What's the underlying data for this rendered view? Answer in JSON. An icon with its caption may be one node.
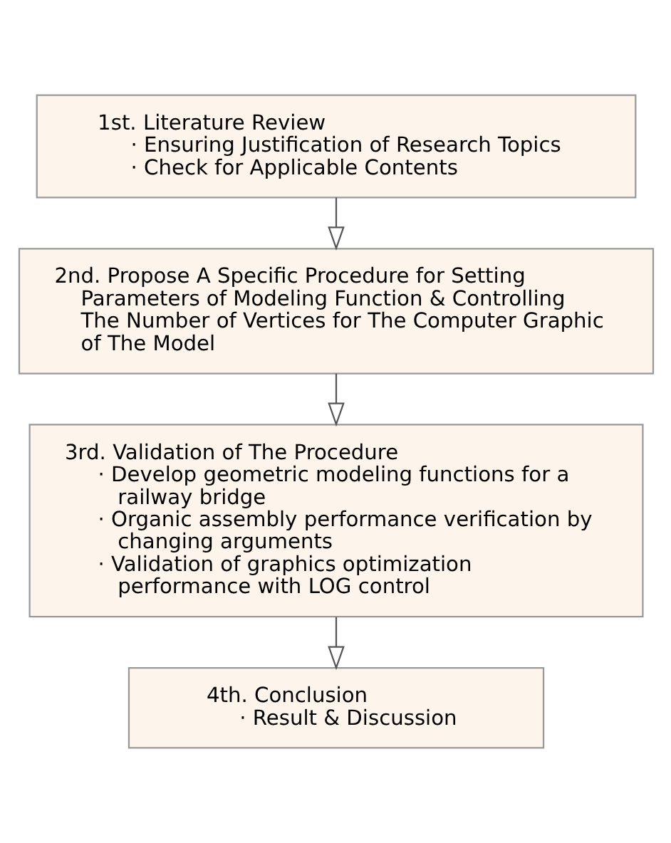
{
  "diagram": {
    "nodes": [
      {
        "text": [
          "1st. Literature Review",
          "· Ensuring Justification of Research Topics",
          "· Check for Applicable Contents"
        ]
      },
      {
        "text": [
          "2nd. Propose A Specific Procedure for Setting Parameters of Modeling Function & Controlling The Number of Vertices for The Computer Graphic of The Model"
        ]
      },
      {
        "text": [
          "3rd. Validation of The Procedure",
          "· Develop geometric modeling functions for a railway bridge",
          "· Organic assembly performance verification by changing arguments",
          "· Validation of graphics optimization performance with LOG control"
        ]
      },
      {
        "text": [
          "4th. Conclusion",
          "· Result & Discussion"
        ]
      }
    ],
    "edges": [
      {
        "from": 0,
        "to": 1,
        "arrow": "to"
      },
      {
        "from": 1,
        "to": 2,
        "arrow": "to"
      },
      {
        "from": 2,
        "to": 3,
        "arrow": "to"
      }
    ]
  }
}
